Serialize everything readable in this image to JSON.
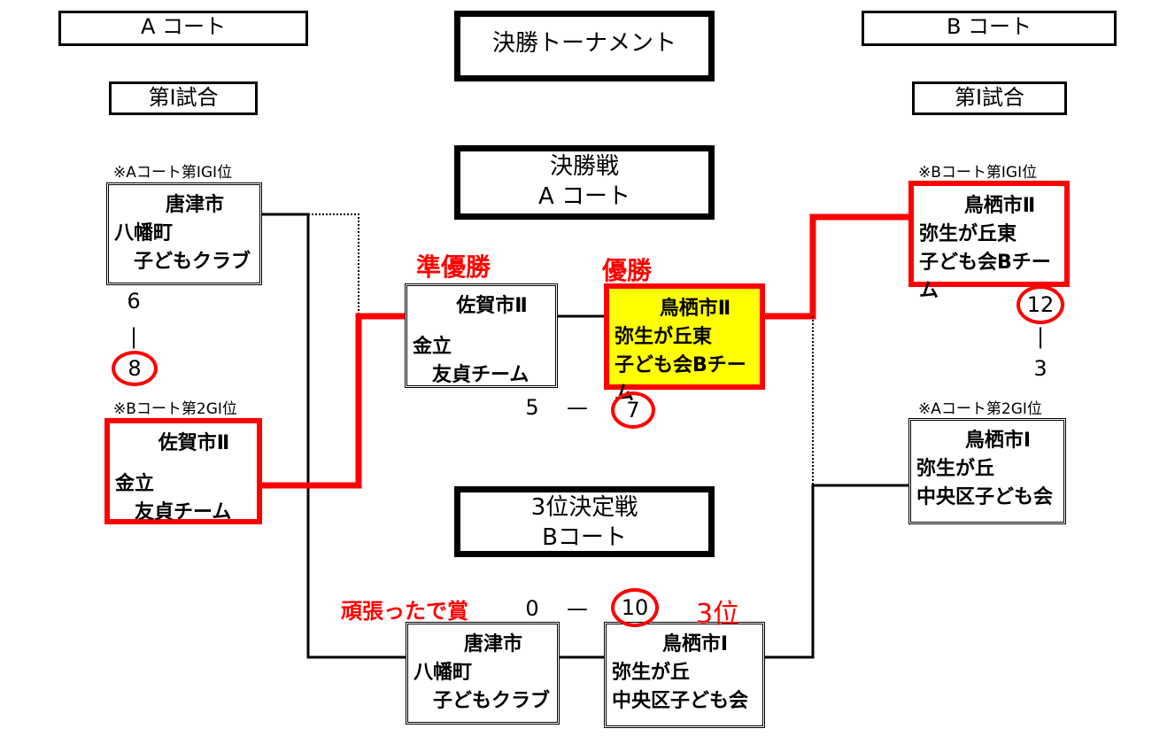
{
  "headers": {
    "a_court": "A コート",
    "b_court": "B コート",
    "a_round1": "第Ⅰ試合",
    "b_round1": "第Ⅰ試合",
    "main_title": "決勝トーナメント",
    "final_line1": "決勝戦",
    "final_line2": "A コート",
    "third_line1": "3位決定戦",
    "third_line2": "Bコート"
  },
  "notes": {
    "a_seed_top": "※Aコート第ⅠGⅠ位",
    "a_seed_bottom": "※Bコート第2GⅠ位",
    "b_seed_top": "※Bコート第ⅠGⅠ位",
    "b_seed_bottom": "※Aコート第2GⅠ位"
  },
  "teams": {
    "left_top": {
      "l1": "唐津市",
      "l2": "八幡町",
      "l3": "子どもクラブ"
    },
    "left_bottom": {
      "l1": "佐賀市Ⅱ",
      "l2": "金立",
      "l3": "友貞チーム"
    },
    "right_top": {
      "l1": "鳥栖市Ⅱ",
      "l2": "弥生が丘東",
      "l3": "子ども会Bチーム"
    },
    "right_bottom": {
      "l1": "鳥栖市Ⅰ",
      "l2": "弥生が丘",
      "l3": "中央区子ども会"
    },
    "final_left": {
      "l1": "佐賀市Ⅱ",
      "l2": "金立",
      "l3": "友貞チーム"
    },
    "final_right": {
      "l1": "鳥栖市Ⅱ",
      "l2": "弥生が丘東",
      "l3": "子ども会Bチーム"
    },
    "third_left": {
      "l1": "唐津市",
      "l2": "八幡町",
      "l3": "子どもクラブ"
    },
    "third_right": {
      "l1": "鳥栖市Ⅰ",
      "l2": "弥生が丘",
      "l3": "中央区子ども会"
    }
  },
  "scores": {
    "a_top": "6",
    "a_bottom": "8",
    "b_top": "12",
    "b_bottom": "3",
    "final_left": "5",
    "final_right": "7",
    "third_left": "0",
    "third_right": "10",
    "dash": "—",
    "sep": "|"
  },
  "awards": {
    "runner_up": "準優勝",
    "champion": "優勝",
    "fighting_spirit": "頑張ったで賞",
    "third_place": "3位"
  },
  "colors": {
    "winner_line": "#ff0000",
    "champion_fill": "#ffff00",
    "line": "#000000"
  }
}
